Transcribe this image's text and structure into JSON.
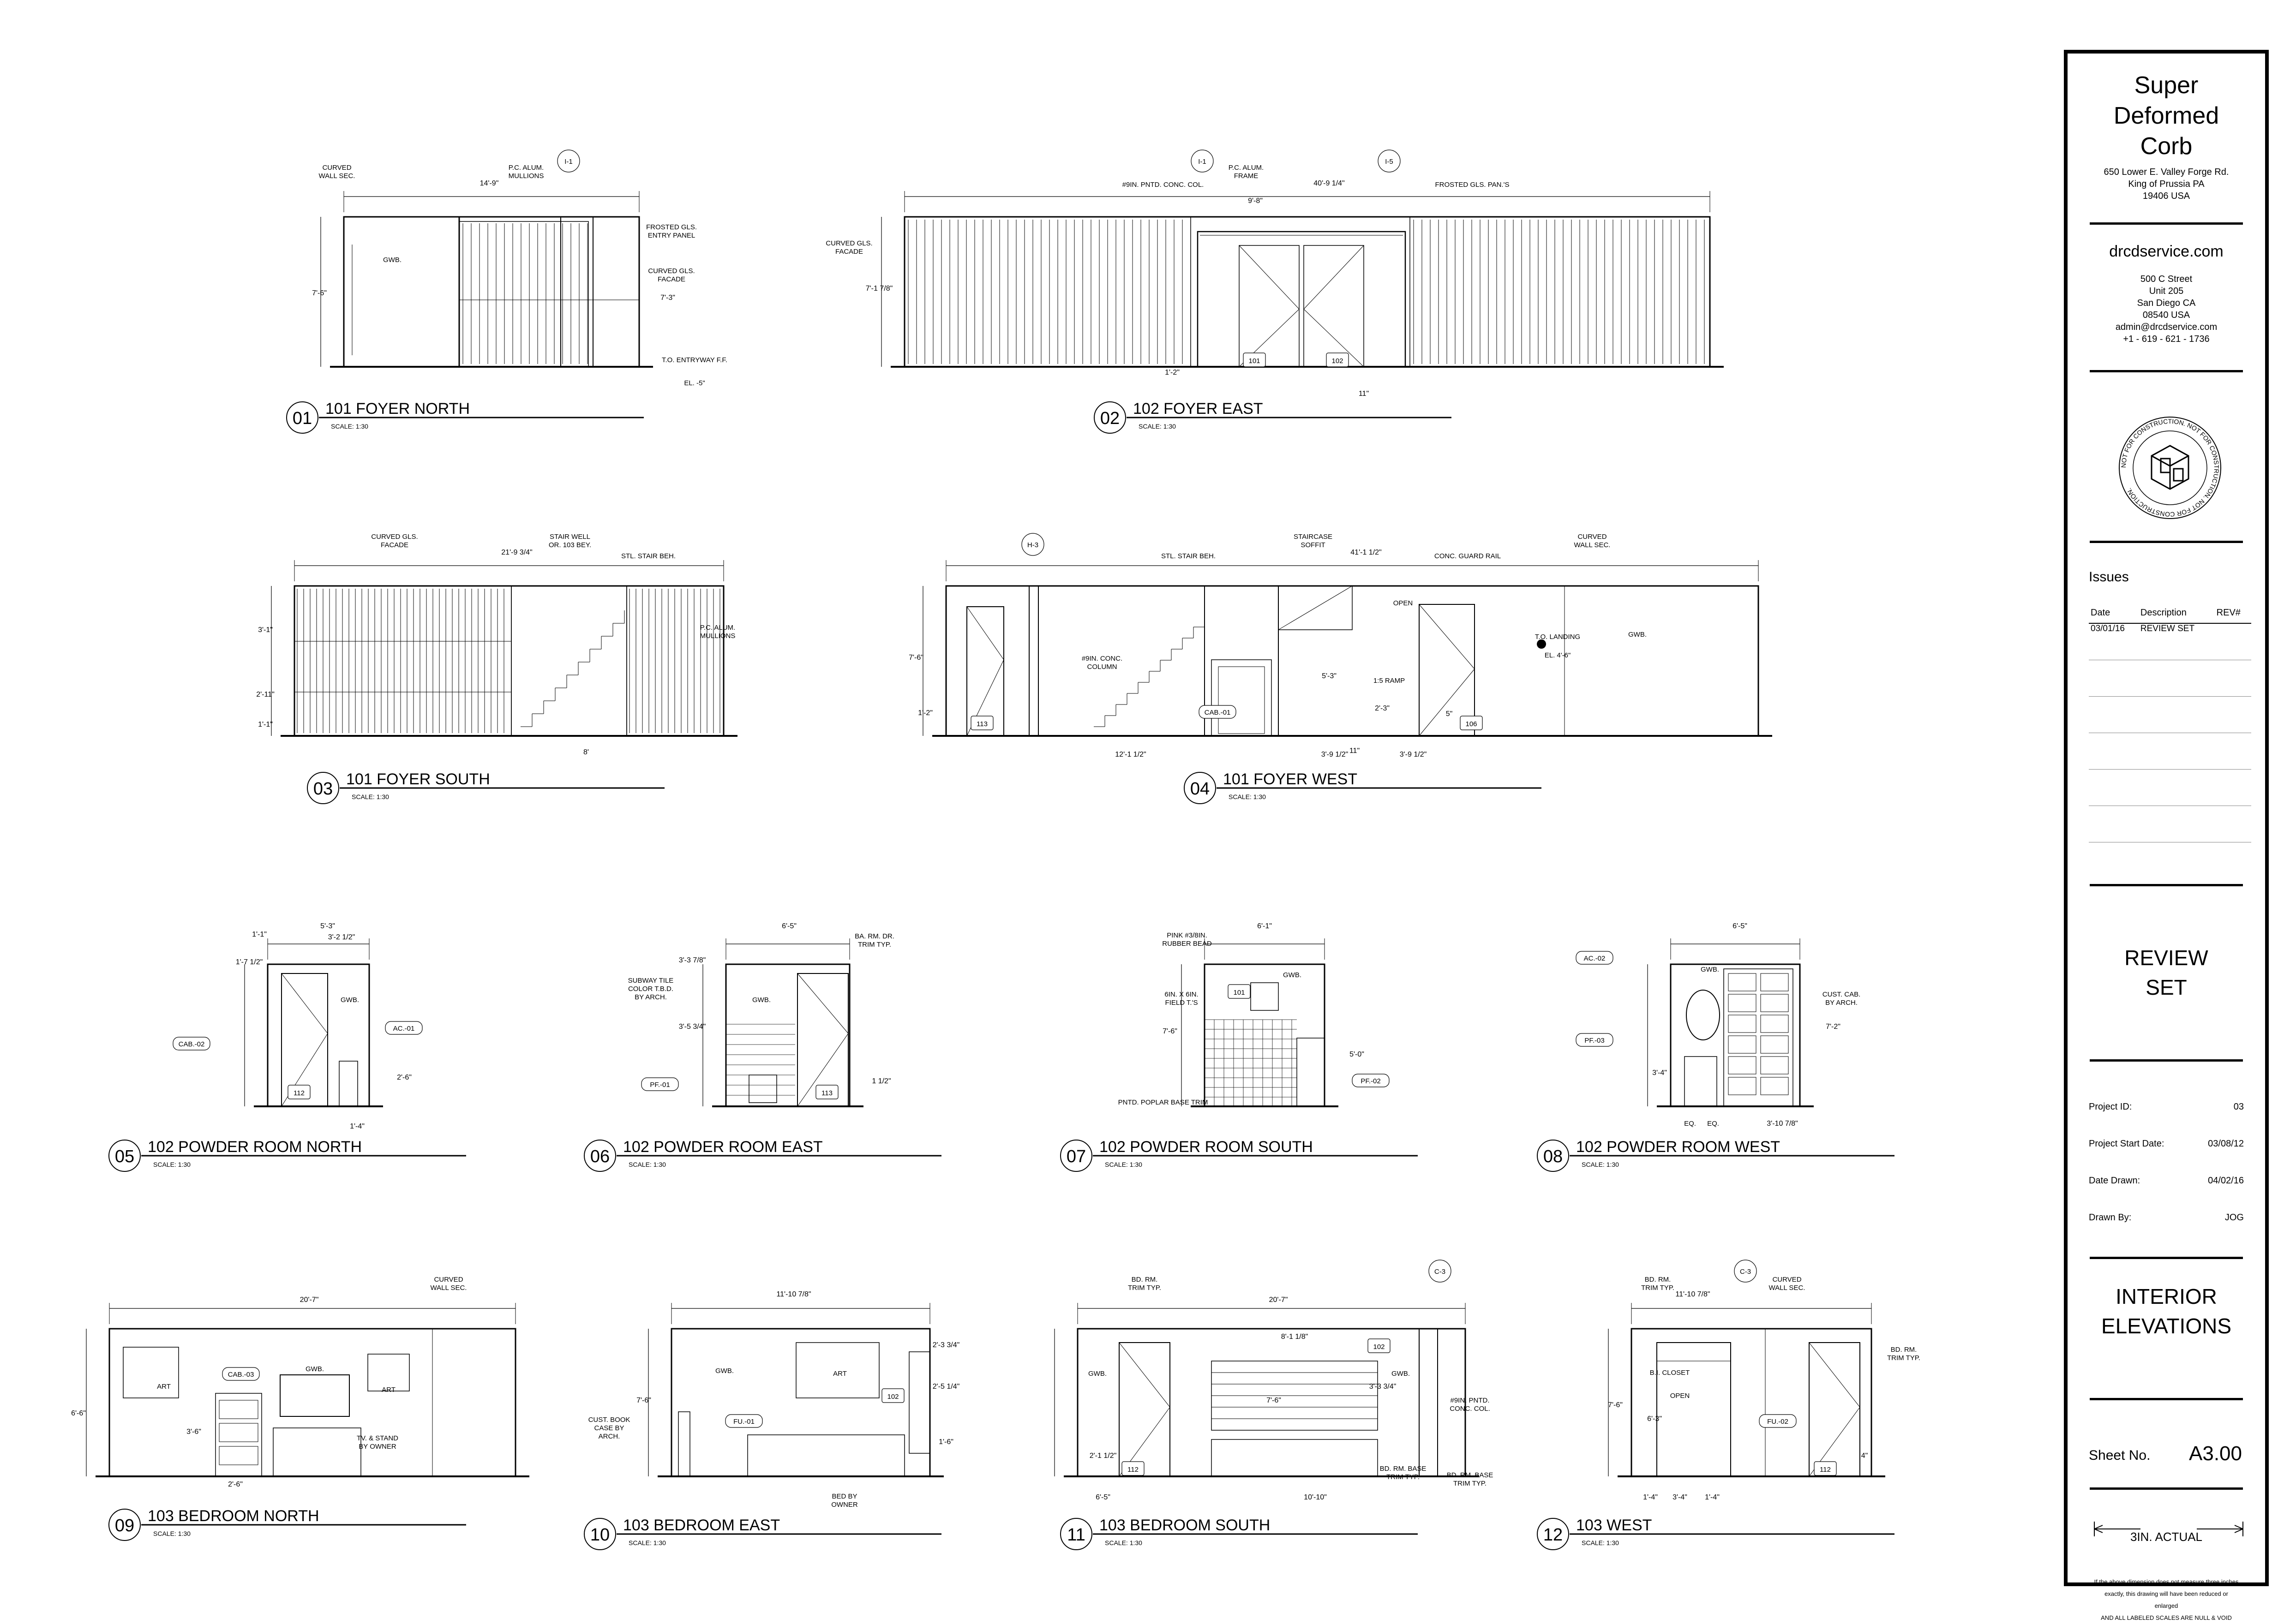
{
  "sheet": {
    "firm_name_lines": [
      "Super",
      "Deformed",
      "Corb"
    ],
    "firm_address": [
      "650 Lower E. Valley Forge Rd.",
      "King of Prussia PA",
      "19406 USA"
    ],
    "website": "drcdservice.com",
    "contact": [
      "500 C Street",
      "Unit 205",
      "San Diego CA",
      "08540 USA",
      "admin@drcdservice.com",
      "+1 - 619 - 621 - 1736"
    ],
    "stamp_text": "NOT FOR CONSTRUCTION. NOT FOR CONSTRUCTION. NOT FOR CONSTRUCTION.",
    "issues_heading": "Issues",
    "issues_columns": [
      "Date",
      "Description",
      "REV#"
    ],
    "issues_rows": [
      [
        "03/01/16",
        "REVIEW SET",
        ""
      ]
    ],
    "status_lines": [
      "REVIEW",
      "SET"
    ],
    "meta": [
      {
        "label": "Project ID:",
        "value": "03"
      },
      {
        "label": "Project Start Date:",
        "value": "03/08/12"
      },
      {
        "label": "Date Drawn:",
        "value": "04/02/16"
      },
      {
        "label": "Drawn By:",
        "value": "JOG"
      }
    ],
    "title_lines": [
      "INTERIOR",
      "ELEVATIONS"
    ],
    "sheet_label": "Sheet No.",
    "sheet_number": "A3.00",
    "scale_text": "3IN. ACTUAL",
    "fine_print": [
      "If the above dimension does not measure three inches",
      "exactly, this drawing will have been reduced or enlarged",
      "AND ALL LABELED SCALES ARE NULL & VOID"
    ]
  },
  "drawings": [
    {
      "num": "01",
      "title": "101 FOYER NORTH",
      "scale": "SCALE:  1:30",
      "notes": [
        "CURVED",
        "WALL SEC.",
        "P.C. ALUM.",
        "MULLIONS",
        "FROSTED GLS.",
        "ENTRY PANEL",
        "CURVED GLS.",
        "FACADE",
        "GWB.",
        "T.O. ENTRYWAY F.F.",
        "EL. -5\""
      ],
      "dims": [
        "14'-9\"",
        "7'-6\"",
        "7'-3\""
      ],
      "tags": [
        "I-1"
      ]
    },
    {
      "num": "02",
      "title": "102 FOYER EAST",
      "scale": "SCALE:  1:30",
      "notes": [
        "#9IN. PNTD. CONC. COL.",
        "P.C. ALUM.",
        "FRAME",
        "FROSTED GLS. PAN.'S",
        "CURVED GLS.",
        "FACADE"
      ],
      "dims": [
        "40'-9 1/4\"",
        "9'-8\"",
        "7'-1 7/8\"",
        "11\"",
        "1'-2\""
      ],
      "tags": [
        "I-1",
        "I-5"
      ],
      "room_tags": [
        "101",
        "102"
      ]
    },
    {
      "num": "03",
      "title": "101 FOYER SOUTH",
      "scale": "SCALE:  1:30",
      "notes": [
        "CURVED GLS.",
        "FACADE",
        "STAIR WELL",
        "OR. 103 BEY.",
        "STL. STAIR BEH.",
        "P.C. ALUM.",
        "MULLIONS"
      ],
      "dims": [
        "21'-9 3/4\"",
        "8'",
        "3'-1\"",
        "2'-11\"",
        "1'-1\""
      ]
    },
    {
      "num": "04",
      "title": "101 FOYER WEST",
      "scale": "SCALE:  1:30",
      "notes": [
        "STL. STAIR BEH.",
        "STAIRCASE",
        "SOFFIT",
        "CONC. GUARD RAIL",
        "CURVED",
        "WALL SEC.",
        "OPEN",
        "#9IN. CONC.",
        "COLUMN",
        "T.O. LANDING",
        "EL. 4'-6\"",
        "GWB.",
        "1:5 RAMP"
      ],
      "dims": [
        "41'-1 1/2\"",
        "7'-6\"",
        "12'-1 1/2\"",
        "3'-9 1/2\"",
        "3'-9 1/2\"",
        "11\"",
        "1'-2\"",
        "5\"",
        "5'-3\"",
        "2'-3\""
      ],
      "tags": [
        "H-3"
      ],
      "room_tags": [
        "113",
        "106"
      ],
      "callouts": [
        "CAB.-01"
      ]
    },
    {
      "num": "05",
      "title": "102 POWDER ROOM NORTH",
      "scale": "SCALE:  1:30",
      "notes": [
        "GWB."
      ],
      "dims": [
        "5'-3\"",
        "3'-2 1/2\"",
        "1'-1\"",
        "1'-7 1/2\"",
        "2'-6\"",
        "1'-4\""
      ],
      "room_tags": [
        "112"
      ],
      "callouts": [
        "CAB.-02",
        "AC.-01"
      ]
    },
    {
      "num": "06",
      "title": "102 POWDER ROOM EAST",
      "scale": "SCALE:  1:30",
      "notes": [
        "BA. RM. DR.",
        "TRIM TYP.",
        "SUBWAY TILE",
        "COLOR T.B.D.",
        "BY ARCH.",
        "GWB."
      ],
      "dims": [
        "6'-5\"",
        "3'-3 7/8\"",
        "3'-5 3/4\"",
        "1 1/2\""
      ],
      "room_tags": [
        "113"
      ],
      "callouts": [
        "PF.-01"
      ]
    },
    {
      "num": "07",
      "title": "102 POWDER ROOM SOUTH",
      "scale": "SCALE:  1:30",
      "notes": [
        "PINK #3/8IN.",
        "RUBBER BEAD",
        "GWB.",
        "6IN. X 6IN.",
        "FIELD T.'S",
        "PNTD. POPLAR BASE TRIM"
      ],
      "dims": [
        "6'-1\"",
        "7'-6\"",
        "5'-0\""
      ],
      "room_tags": [
        "101"
      ],
      "callouts": [
        "PF.-02"
      ]
    },
    {
      "num": "08",
      "title": "102 POWDER ROOM WEST",
      "scale": "SCALE:  1:30",
      "notes": [
        "GWB.",
        "CUST. CAB.",
        "BY ARCH.",
        "EQ.",
        "EQ."
      ],
      "dims": [
        "6'-5\"",
        "3'-10 7/8\"",
        "7'-2\"",
        "3'-4\""
      ],
      "callouts": [
        "AC.-02",
        "PF.-03"
      ]
    },
    {
      "num": "09",
      "title": "103 BEDROOM NORTH",
      "scale": "SCALE:  1:30",
      "notes": [
        "CURVED",
        "WALL SEC.",
        "GWB.",
        "ART",
        "ART",
        "TV. & STAND",
        "BY OWNER",
        "BD. RM. BASE",
        "TRIM TYP."
      ],
      "dims": [
        "20'-7\"",
        "6'-6\"",
        "3'-6\"",
        "2'-6\""
      ],
      "callouts": [
        "CAB.-03"
      ]
    },
    {
      "num": "10",
      "title": "103 BEDROOM EAST",
      "scale": "SCALE:  1:30",
      "notes": [
        "GWB.",
        "ART",
        "CUST. BOOK",
        "CASE BY",
        "ARCH.",
        "BED BY",
        "OWNER"
      ],
      "dims": [
        "11'-10 7/8\"",
        "7'-6\"",
        "2'-3 3/4\"",
        "2'-5 1/4\"",
        "1'-6\""
      ],
      "room_tags": [
        "102"
      ],
      "callouts": [
        "FU.-01"
      ]
    },
    {
      "num": "11",
      "title": "103 BEDROOM SOUTH",
      "scale": "SCALE:  1:30",
      "notes": [
        "BD. RM.",
        "TRIM TYP.",
        "GWB.",
        "GWB.",
        "#9IN. PNTD.",
        "CONC. COL.",
        "BD. RM. BASE",
        "TRIM TYP."
      ],
      "dims": [
        "20'-7\"",
        "8'-1 1/8\"",
        "7'-6\"",
        "3'-3 3/4\"",
        "6'-5\"",
        "10'-10\"",
        "2'-1 1/2\""
      ],
      "tags": [
        "C-3"
      ],
      "room_tags": [
        "112",
        "102"
      ]
    },
    {
      "num": "12",
      "title": "103 WEST",
      "scale": "SCALE:  1:30",
      "notes": [
        "BD. RM.",
        "TRIM TYP.",
        "CURVED",
        "WALL SEC.",
        "B.I. CLOSET",
        "OPEN",
        "BD. RM.",
        "TRIM TYP."
      ],
      "dims": [
        "11'-10 7/8\"",
        "7'-6\"",
        "1'-4\"",
        "3'-4\"",
        "1'-4\"",
        "6'-3\"",
        "4\""
      ],
      "tags": [
        "C-3"
      ],
      "room_tags": [
        "112"
      ],
      "callouts": [
        "FU.-02"
      ]
    }
  ]
}
